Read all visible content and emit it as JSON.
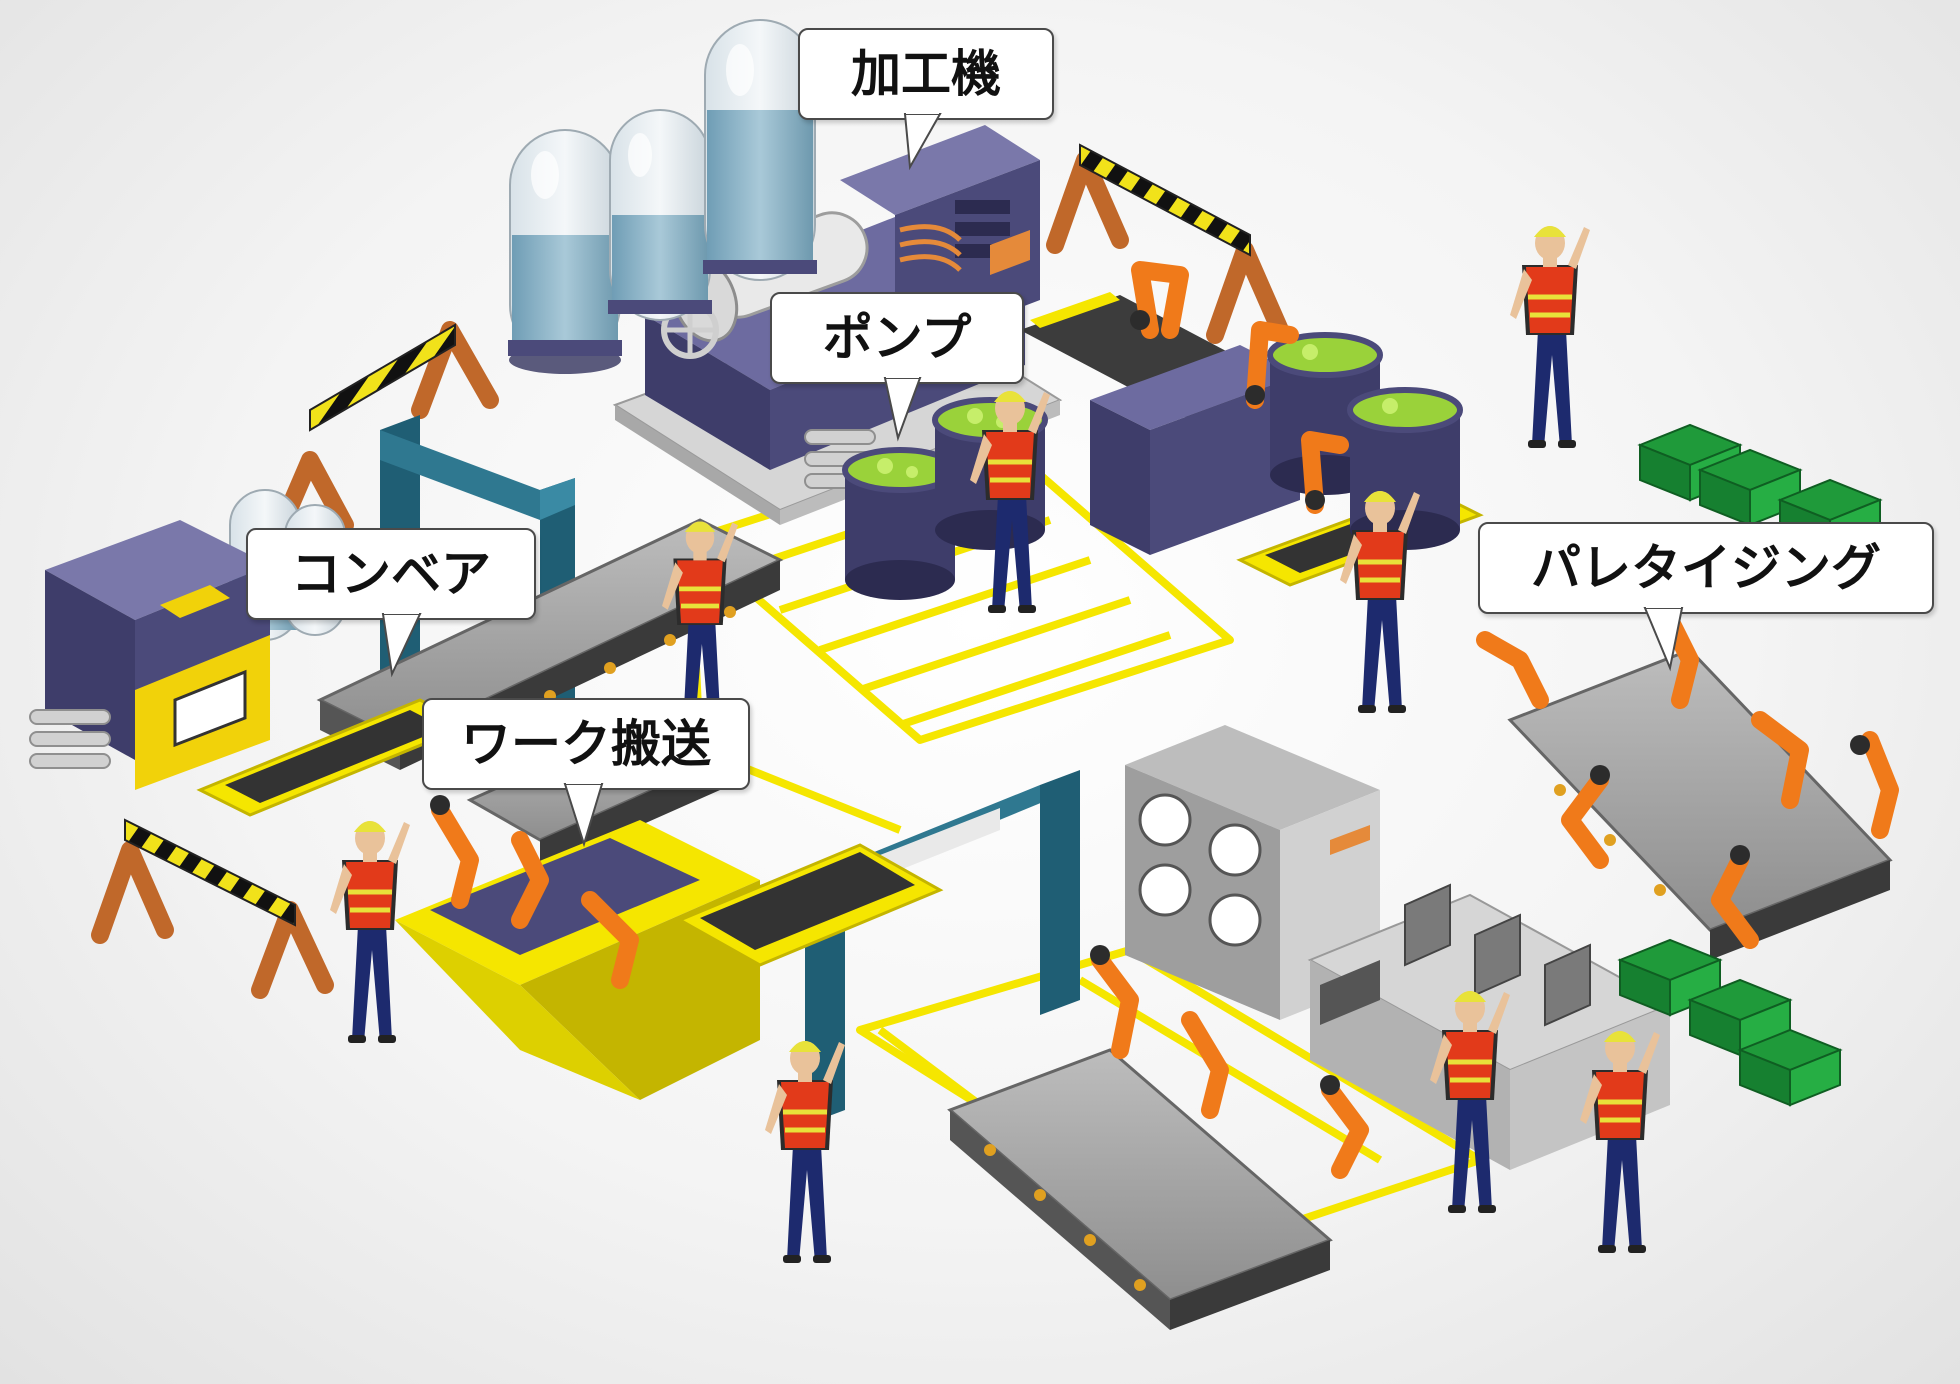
{
  "labels": {
    "machine": "加工機",
    "pump": "ポンプ",
    "conveyor": "コンベア",
    "work_transfer": "ワーク搬送",
    "palletizing": "パレタイジング"
  },
  "colors": {
    "floor_line": "#f5e600",
    "belt": "#9a9a9a",
    "robot_arm": "#f07a1a",
    "gate": "#1f5e74",
    "crate": "#1f9a3a",
    "machine_body": "#4b4a7a",
    "tank_glass": "#8fb8cc",
    "barrier": "#c0682a",
    "vest": "#e23a1a",
    "helmet": "#e8e23a",
    "trousers": "#1d2a6e"
  },
  "icons": {
    "machine": "processing-machine-icon",
    "pump": "pump-barrel-icon",
    "conveyor": "conveyor-belt-icon",
    "robot": "robot-arm-icon",
    "worker": "worker-icon",
    "crate": "pallet-crate-icon",
    "server": "server-cabinet-icon",
    "laptop": "laptop-icon",
    "barrier": "barrier-icon",
    "gate": "gate-frame-icon"
  }
}
